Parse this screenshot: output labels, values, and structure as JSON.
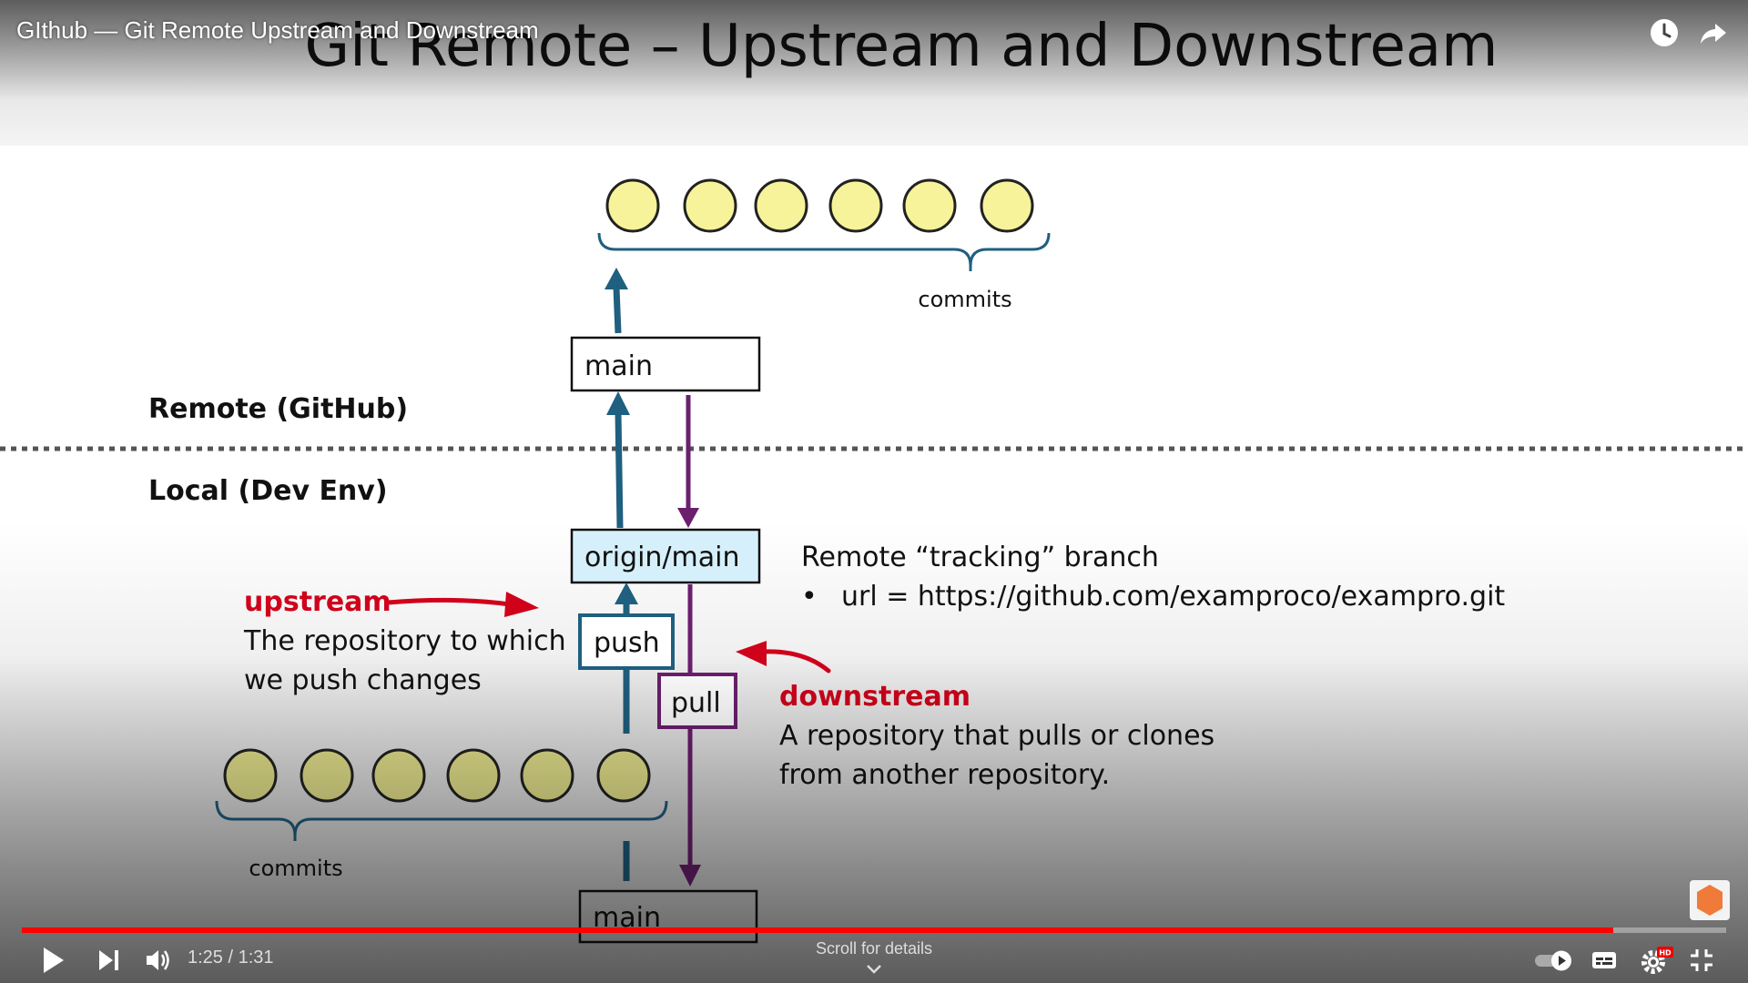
{
  "video": {
    "title": "GIthub — Git Remote Upstream and Downstream",
    "time_display": "1:25 / 1:31",
    "progress_fraction": 0.934,
    "scroll_hint": "Scroll for details"
  },
  "slide": {
    "title": "Git Remote – Upstream and Downstream",
    "remote_label": "Remote (GitHub)",
    "local_label": "Local (Dev Env)",
    "remote_commits_label": "commits",
    "local_commits_label": "commits",
    "remote_main": "main",
    "origin_main": "origin/main",
    "local_main": "main",
    "push": "push",
    "pull": "pull",
    "tracking_line": "Remote “tracking” branch",
    "url_bullet": "•",
    "url_line": "url = https://github.com/examproco/exampro.git",
    "upstream_term": "upstream",
    "upstream_desc_1": "The repository to which",
    "upstream_desc_2": "we push changes",
    "downstream_term": "downstream",
    "downstream_desc_1": "A repository that pulls or clones",
    "downstream_desc_2": "from another repository."
  },
  "colors": {
    "commit_fill": "#f6f39a",
    "push_arrow": "#1f5f7f",
    "pull_arrow": "#6b1f6e",
    "highlight_red": "#d0021b",
    "origin_fill": "#d6f0fb",
    "progress_red": "#ff0000"
  },
  "icons": {
    "watch_later": "clock-icon",
    "share": "share-icon",
    "play": "play-icon",
    "next": "next-icon",
    "volume": "volume-icon",
    "autoplay": "autoplay-toggle-icon",
    "captions": "captions-icon",
    "settings": "settings-gear-icon",
    "fullscreen_exit": "exit-fullscreen-icon",
    "channel_logo": "exampro-logo-icon"
  }
}
